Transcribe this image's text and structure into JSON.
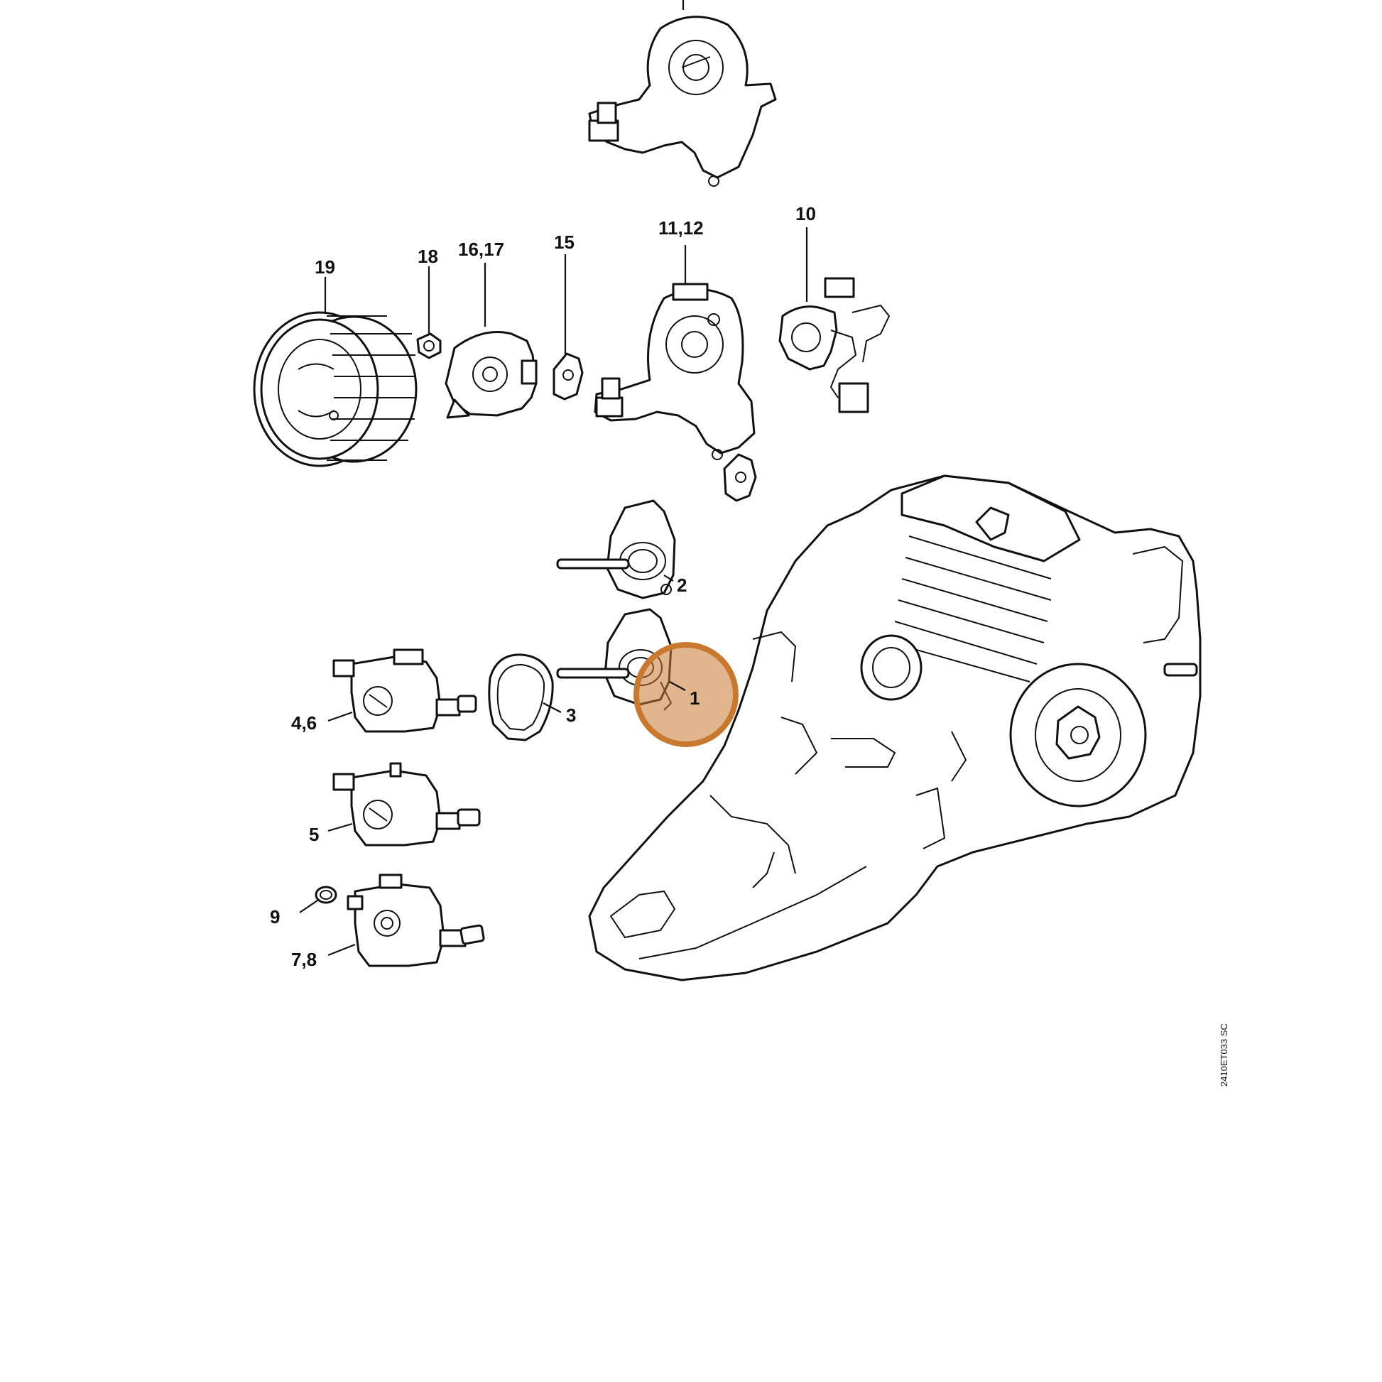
{
  "labels": {
    "p1": "1",
    "p2": "2",
    "p3": "3",
    "p46": "4,6",
    "p5": "5",
    "p78": "7,8",
    "p9": "9",
    "p10": "10",
    "p1112": "11,12",
    "p15": "15",
    "p1617": "16,17",
    "p18": "18",
    "p19": "19"
  },
  "drawing_code": "2410ET033 SC",
  "highlight": {
    "part": "1",
    "color": "#C8782F"
  },
  "colors": {
    "line": "#111111",
    "background": "#ffffff"
  }
}
